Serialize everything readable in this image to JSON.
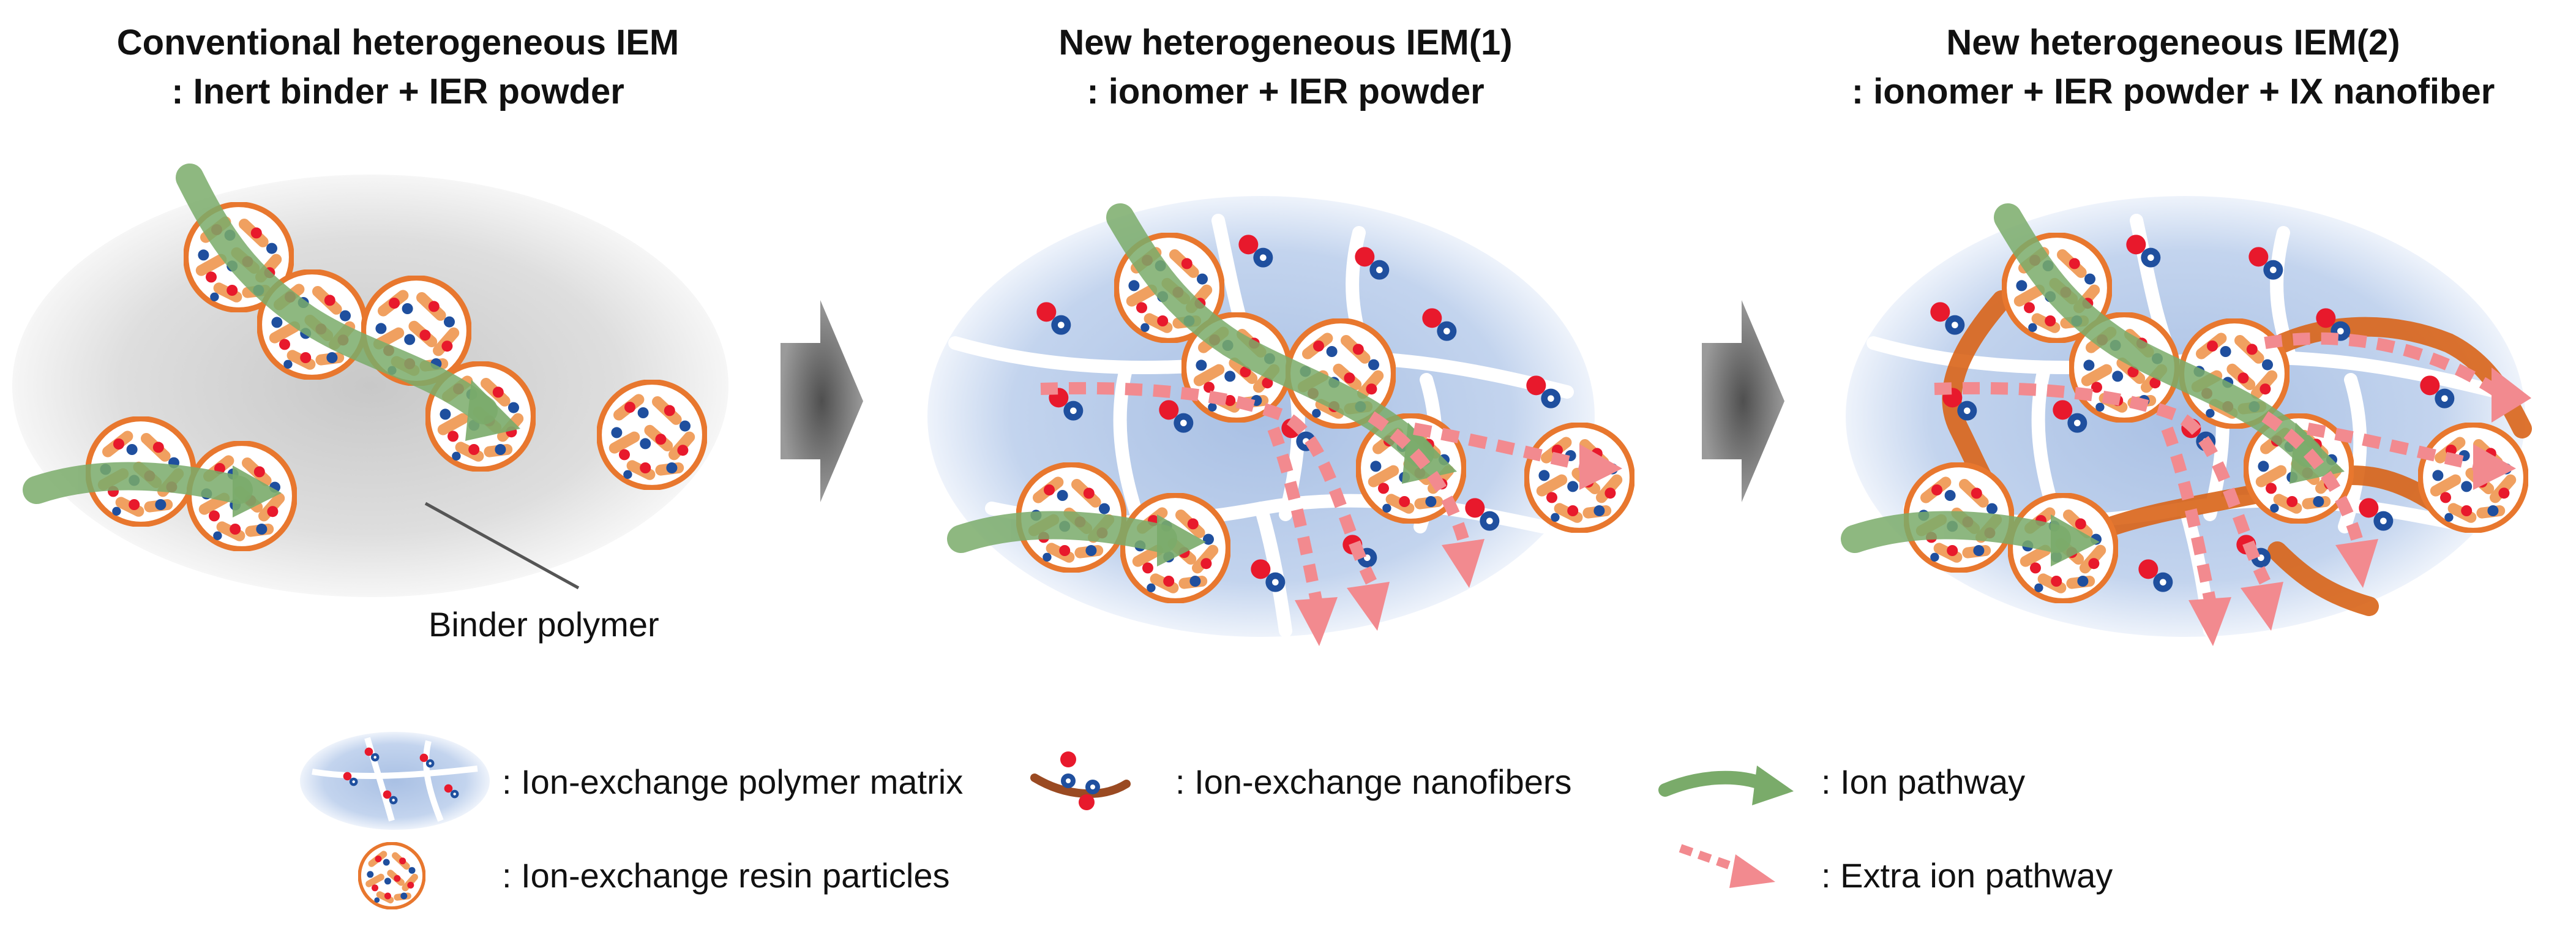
{
  "panels": [
    {
      "title_line1": "Conventional heterogeneous IEM",
      "title_line2": ": Inert binder + IER powder",
      "callout": "Binder polymer"
    },
    {
      "title_line1": "New heterogeneous IEM(1)",
      "title_line2": ": ionomer + IER powder"
    },
    {
      "title_line1": "New heterogeneous IEM(2)",
      "title_line2": ": ionomer + IER powder + IX nanofiber"
    }
  ],
  "legend": {
    "matrix": ": Ion-exchange polymer matrix",
    "resin": ": Ion-exchange resin particles",
    "nanofibers": ": Ion-exchange nanofibers",
    "ion_pathway": ": Ion pathway",
    "extra_pathway": ": Extra ion pathway"
  },
  "colors": {
    "resin_orange": "#e8772e",
    "ion_red": "#e8192c",
    "ion_blue": "#1f4f9e",
    "pathway_green": "#7aab6a",
    "extra_pink": "#f28a8f",
    "nanofiber_orange": "#d96418",
    "matrix_blue": "#b7cbe8",
    "binder_grey": "#d9d9d9",
    "arrow_grey": "#7f7f7f"
  }
}
